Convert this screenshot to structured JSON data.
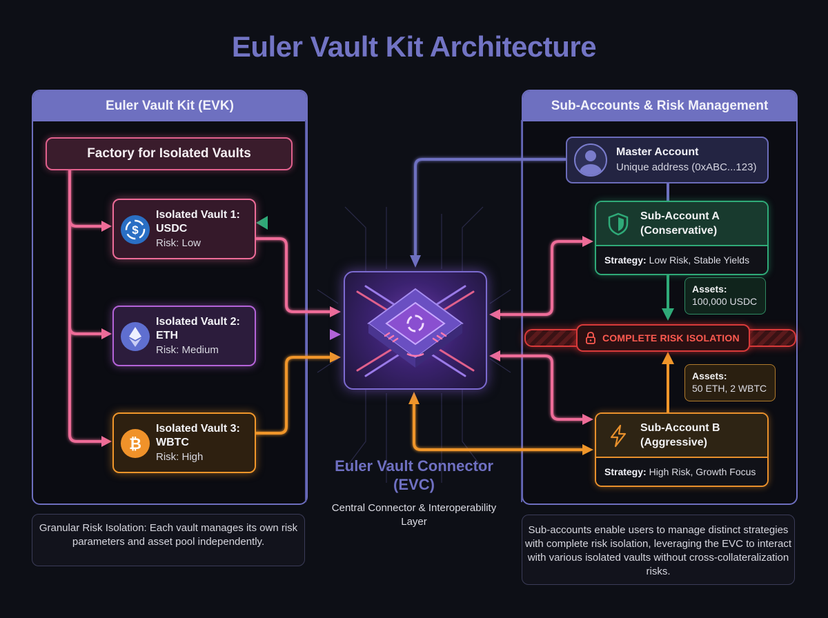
{
  "title": "Euler Vault Kit Architecture",
  "colors": {
    "background": "#0d0f16",
    "accent": "#6e70c0",
    "pink": "#ee6c98",
    "purple": "#b463d8",
    "orange": "#f0962a",
    "green": "#2faa78",
    "red": "#d83a3a"
  },
  "left_panel": {
    "header": "Euler Vault Kit (EVK)",
    "factory": "Factory for Isolated Vaults",
    "vaults": [
      {
        "title": "Isolated Vault 1:",
        "asset": "USDC",
        "risk": "Risk: Low",
        "icon": "usdc-coin-icon"
      },
      {
        "title": "Isolated Vault 2:",
        "asset": "ETH",
        "risk": "Risk: Medium",
        "icon": "ethereum-icon"
      },
      {
        "title": "Isolated Vault 3:",
        "asset": "WBTC",
        "risk": "Risk: High",
        "icon": "bitcoin-icon"
      }
    ],
    "note": "Granular Risk Isolation: Each vault manages its own risk parameters and asset pool independently."
  },
  "center": {
    "title": "Euler Vault Connector (EVC)",
    "subtitle": "Central Connector & Interoperability Layer",
    "icon": "connector-chip-icon"
  },
  "right_panel": {
    "header": "Sub-Accounts & Risk Management",
    "master": {
      "name": "Master Account",
      "address": "Unique address (0xABC...123)"
    },
    "sub_a": {
      "line1": "Sub-Account A",
      "line2": "(Conservative)",
      "strategy_label": "Strategy:",
      "strategy": "Low Risk, Stable Yields"
    },
    "assets_a": {
      "label": "Assets:",
      "value": "100,000 USDC"
    },
    "isolation": "COMPLETE RISK ISOLATION",
    "assets_b": {
      "label": "Assets:",
      "value": "50 ETH, 2 WBTC"
    },
    "sub_b": {
      "line1": "Sub-Account B",
      "line2": "(Aggressive)",
      "strategy_label": "Strategy:",
      "strategy": "High Risk, Growth Focus"
    },
    "note": "Sub-accounts enable users to manage distinct strategies with complete risk isolation, leveraging the EVC to interact with various isolated vaults without cross-collateralization risks."
  }
}
